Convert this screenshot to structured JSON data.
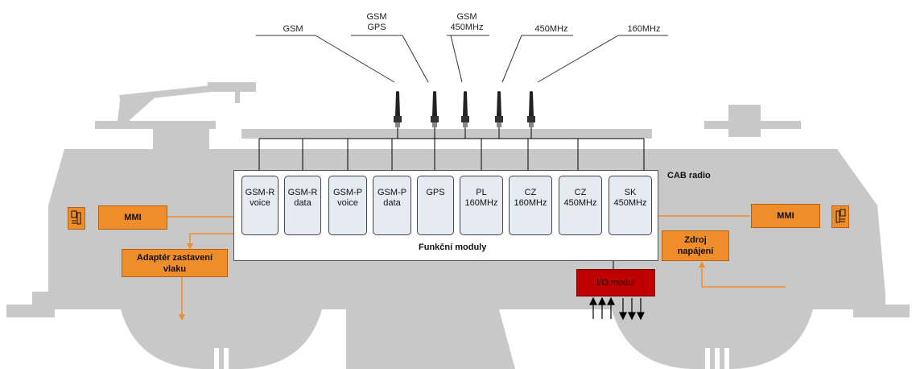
{
  "antenna_labels": [
    "GSM",
    "GSM\nGPS",
    "GSM\n450MHz",
    "450MHz",
    "160MHz"
  ],
  "cab": {
    "title": "CAB radio",
    "footer": "Funkční moduly"
  },
  "modules": [
    "GSM-R\nvoice",
    "GSM-R\ndata",
    "GSM-P\nvoice",
    "GSM-P\ndata",
    "GPS",
    "PL\n160MHz",
    "CZ\n160MHz",
    "CZ\n450MHz",
    "SK\n450MHz"
  ],
  "mmi_left": "MMI",
  "mmi_right": "MMI",
  "adapter": "Adaptér zastavení\nvlaku",
  "power": "Zdroj\nnapájení",
  "io": "I/O modul",
  "colors": {
    "silhouette": "#c8c8c8",
    "orange": "#ef8d2b",
    "red": "#c00000",
    "module_fill": "#e5eaf3"
  },
  "icons": [
    "antenna-icon",
    "handset-icon"
  ]
}
